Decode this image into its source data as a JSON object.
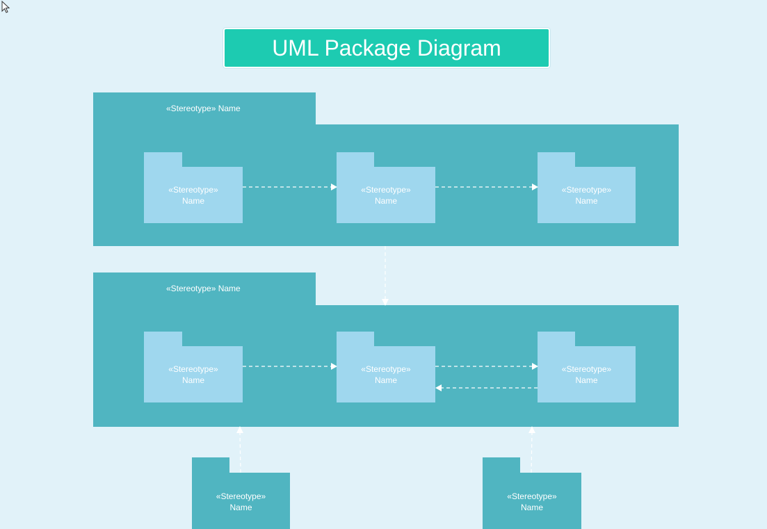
{
  "title": "UML Package Diagram",
  "colors": {
    "background": "#e1f2f9",
    "title_fill": "#1dcbb1",
    "container_fill": "#50b5c1",
    "package_fill": "#9fd7ee",
    "text": "#ffffff"
  },
  "containers": [
    {
      "id": "container-1",
      "label": "«Stereotype» Name",
      "packages": [
        {
          "stereotype": "«Stereotype»",
          "name": "Name"
        },
        {
          "stereotype": "«Stereotype»",
          "name": "Name"
        },
        {
          "stereotype": "«Stereotype»",
          "name": "Name"
        }
      ]
    },
    {
      "id": "container-2",
      "label": "«Stereotype» Name",
      "packages": [
        {
          "stereotype": "«Stereotype»",
          "name": "Name"
        },
        {
          "stereotype": "«Stereotype»",
          "name": "Name"
        },
        {
          "stereotype": "«Stereotype»",
          "name": "Name"
        }
      ]
    }
  ],
  "bottom_packages": [
    {
      "stereotype": "«Stereotype»",
      "name": "Name"
    },
    {
      "stereotype": "«Stereotype»",
      "name": "Name"
    }
  ],
  "dependencies": [
    {
      "from": "container-1.package-1",
      "to": "container-1.package-2",
      "style": "dashed"
    },
    {
      "from": "container-1.package-2",
      "to": "container-1.package-3",
      "style": "dashed"
    },
    {
      "from": "container-1",
      "to": "container-2",
      "style": "dashed"
    },
    {
      "from": "container-2.package-1",
      "to": "container-2.package-2",
      "style": "dashed"
    },
    {
      "from": "container-2.package-2",
      "to": "container-2.package-3",
      "style": "dashed"
    },
    {
      "from": "container-2.package-3",
      "to": "container-2.package-2",
      "style": "dashed"
    },
    {
      "from": "bottom-package-1",
      "to": "container-2",
      "style": "dashed"
    },
    {
      "from": "bottom-package-2",
      "to": "container-2",
      "style": "dashed"
    }
  ]
}
